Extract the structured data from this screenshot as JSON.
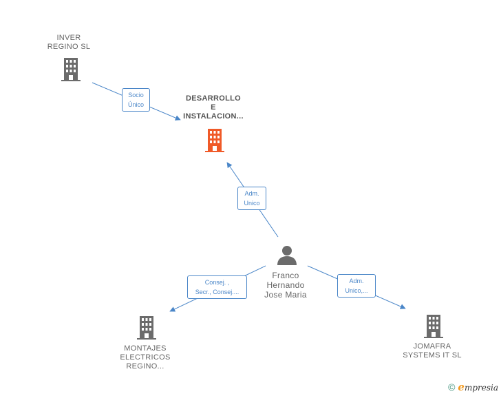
{
  "colors": {
    "edge": "#4a86c8",
    "building": "#6b6b6b",
    "building_main": "#f05a28",
    "person": "#6b6b6b"
  },
  "nodes": {
    "inver": {
      "lines": [
        "INVER",
        "REGINO  SL"
      ],
      "icon": "building-icon"
    },
    "desarrollo": {
      "lines": [
        "DESARROLLO",
        "E",
        "INSTALACION..."
      ],
      "icon": "building-icon"
    },
    "franco": {
      "lines": [
        "Franco",
        "Hernando",
        "Jose Maria"
      ],
      "icon": "person-icon"
    },
    "montajes": {
      "lines": [
        "MONTAJES",
        "ELECTRICOS",
        "REGINO..."
      ],
      "icon": "building-icon"
    },
    "jomafra": {
      "lines": [
        "JOMAFRA",
        "SYSTEMS IT SL"
      ],
      "icon": "building-icon"
    }
  },
  "edges": {
    "socio": {
      "lines": [
        "Socio",
        "Único"
      ]
    },
    "adm_main": {
      "lines": [
        "Adm.",
        "Unico"
      ]
    },
    "consej": {
      "lines": [
        "Consej. ,",
        "Secr., Consej...."
      ]
    },
    "adm_jomafra": {
      "lines": [
        "Adm.",
        "Unico,..."
      ]
    }
  },
  "footer": {
    "copyright": "©",
    "brand_initial": "e",
    "brand_rest": "mpresia"
  }
}
